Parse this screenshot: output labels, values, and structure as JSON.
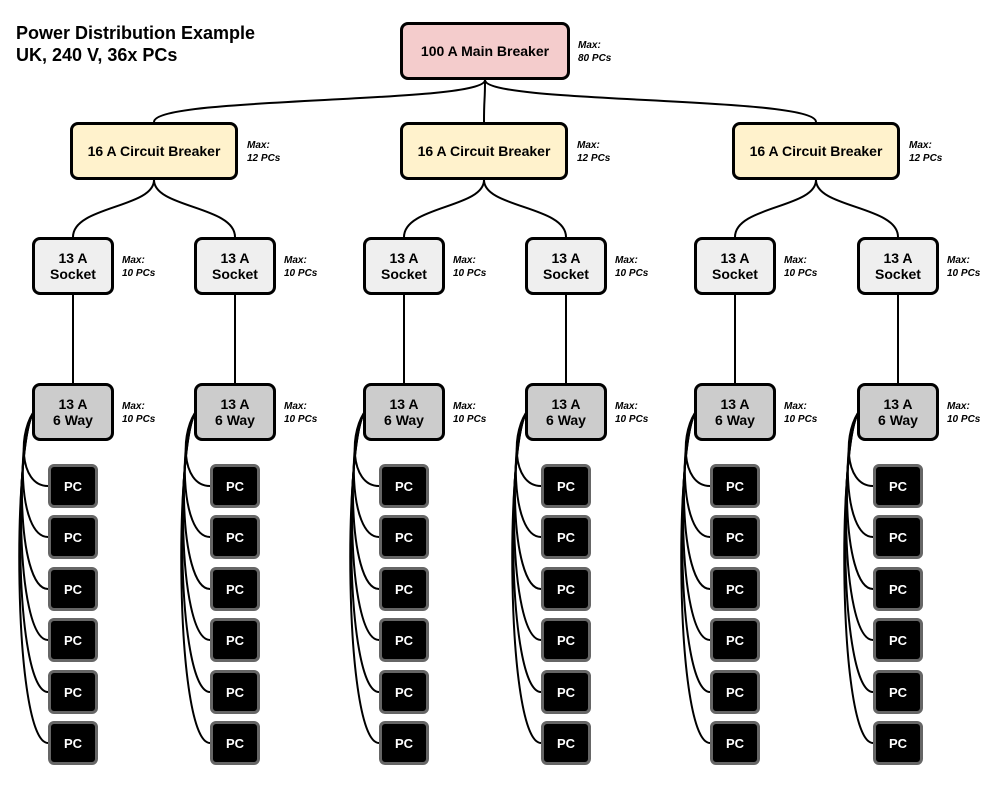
{
  "title": {
    "line1": "Power Distribution Example",
    "line2": "UK, 240 V, 36x PCs"
  },
  "main": {
    "label": "100 A Main Breaker",
    "max_label": "Max:",
    "max_value": "80 PCs"
  },
  "circuits": [
    {
      "label": "16 A Circuit Breaker",
      "max_label": "Max:",
      "max_value": "12 PCs"
    },
    {
      "label": "16 A Circuit Breaker",
      "max_label": "Max:",
      "max_value": "12 PCs"
    },
    {
      "label": "16 A Circuit Breaker",
      "max_label": "Max:",
      "max_value": "12 PCs"
    }
  ],
  "sockets": [
    {
      "line1": "13 A",
      "line2": "Socket",
      "max_label": "Max:",
      "max_value": "10 PCs"
    },
    {
      "line1": "13 A",
      "line2": "Socket",
      "max_label": "Max:",
      "max_value": "10 PCs"
    },
    {
      "line1": "13 A",
      "line2": "Socket",
      "max_label": "Max:",
      "max_value": "10 PCs"
    },
    {
      "line1": "13 A",
      "line2": "Socket",
      "max_label": "Max:",
      "max_value": "10 PCs"
    },
    {
      "line1": "13 A",
      "line2": "Socket",
      "max_label": "Max:",
      "max_value": "10 PCs"
    },
    {
      "line1": "13 A",
      "line2": "Socket",
      "max_label": "Max:",
      "max_value": "10 PCs"
    }
  ],
  "extensions": [
    {
      "line1": "13 A",
      "line2": "6 Way",
      "max_label": "Max:",
      "max_value": "10 PCs",
      "pcs": [
        "PC",
        "PC",
        "PC",
        "PC",
        "PC",
        "PC"
      ]
    },
    {
      "line1": "13 A",
      "line2": "6 Way",
      "max_label": "Max:",
      "max_value": "10 PCs",
      "pcs": [
        "PC",
        "PC",
        "PC",
        "PC",
        "PC",
        "PC"
      ]
    },
    {
      "line1": "13 A",
      "line2": "6 Way",
      "max_label": "Max:",
      "max_value": "10 PCs",
      "pcs": [
        "PC",
        "PC",
        "PC",
        "PC",
        "PC",
        "PC"
      ]
    },
    {
      "line1": "13 A",
      "line2": "6 Way",
      "max_label": "Max:",
      "max_value": "10 PCs",
      "pcs": [
        "PC",
        "PC",
        "PC",
        "PC",
        "PC",
        "PC"
      ]
    },
    {
      "line1": "13 A",
      "line2": "6 Way",
      "max_label": "Max:",
      "max_value": "10 PCs",
      "pcs": [
        "PC",
        "PC",
        "PC",
        "PC",
        "PC",
        "PC"
      ]
    },
    {
      "line1": "13 A",
      "line2": "6 Way",
      "max_label": "Max:",
      "max_value": "10 PCs",
      "pcs": [
        "PC",
        "PC",
        "PC",
        "PC",
        "PC",
        "PC"
      ]
    }
  ],
  "colors": {
    "main_fill": "#f4cccc",
    "circuit_fill": "#fff2cc",
    "socket_fill": "#efefef",
    "extension_fill": "#cccccc",
    "pc_fill": "#000000",
    "pc_border": "#666666"
  }
}
